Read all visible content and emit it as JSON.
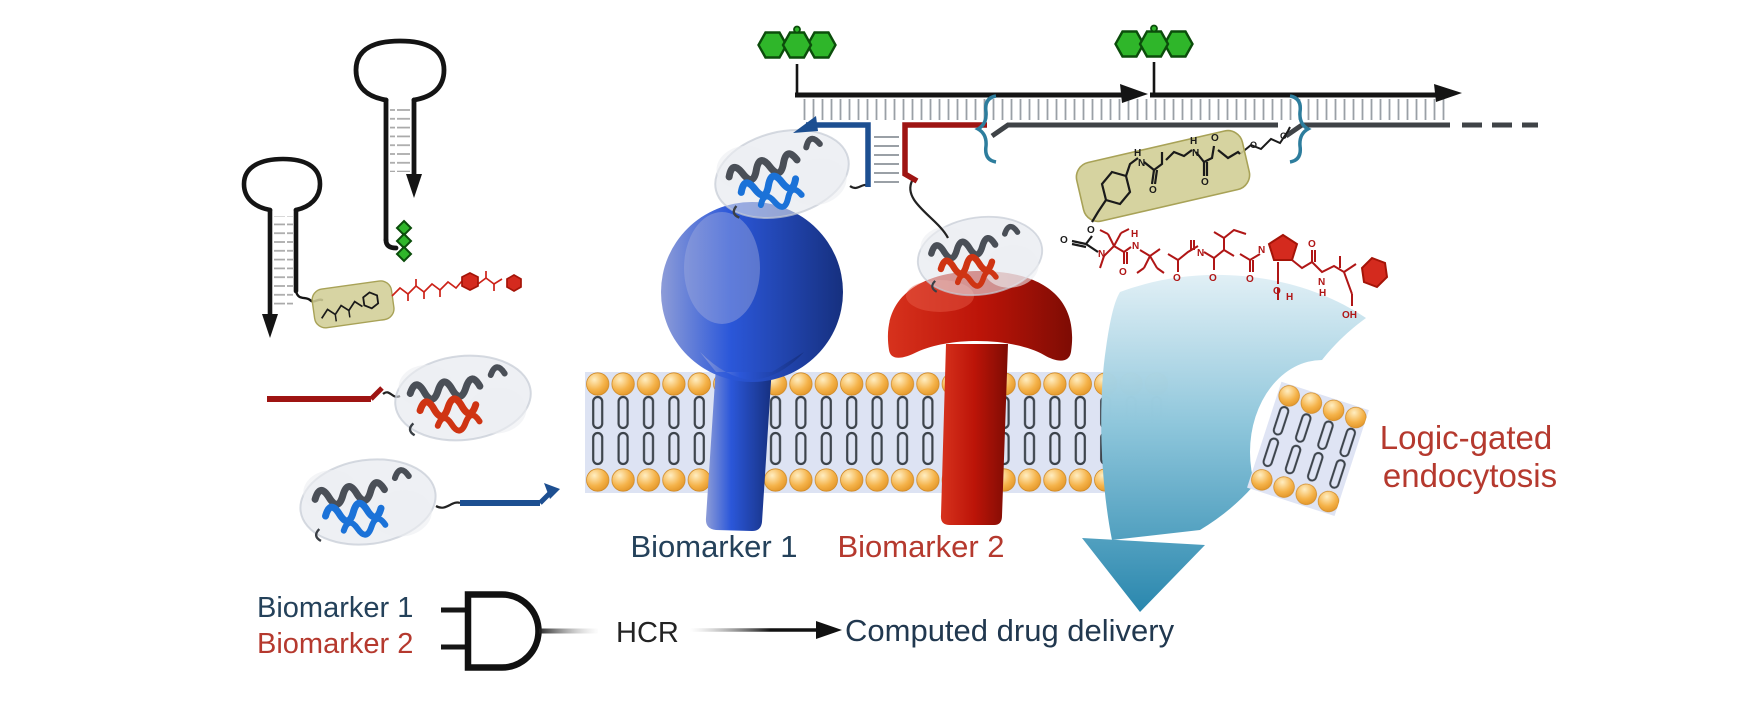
{
  "labels": {
    "biomarker1": "Biomarker 1",
    "biomarker2": "Biomarker 2",
    "gate_input1": "Biomarker 1",
    "gate_input2": "Biomarker 2",
    "logic_gated_line1": "Logic-gated",
    "logic_gated_line2": "endocytosis",
    "hcr": "HCR",
    "computed_delivery": "Computed drug delivery"
  },
  "colors": {
    "biomarker1_text": "#24415a",
    "biomarker2_text": "#b5392e",
    "logic_text": "#b5392e",
    "hcr_text": "#232323",
    "computed_text": "#21384f",
    "receptor1_blue": "#2b57d9",
    "receptor2_red": "#c41204",
    "strand1_blue": "#1d4f91",
    "strand2_red": "#9e1412",
    "strand_grey": "#3f4347",
    "fluorophore_green": "#2fb62a",
    "membrane_head_gold": "#f2a93e",
    "membrane_band": "#dde3f3",
    "endocytosis_arrow_teal": "#2886ad",
    "linker_box_olive": "#d2ce96",
    "drug_red": "#b01616",
    "protein_helix_blue": "#1b72d8",
    "protein_helix_red": "#cf3413"
  },
  "graphics": {
    "hairpin1": "dna-hairpin-icon",
    "hairpin2": "dna-hairpin-fluorophore-icon",
    "fluorophore": "green-fluorescein-icon",
    "and_gate": "and-gate-icon",
    "membrane": "lipid-bilayer",
    "endocytosis_arrow": "down-arrow-icon"
  },
  "atoms": {
    "peg_o1": "O",
    "peg_o2": "O",
    "box_h1": "H",
    "box_n1": "N",
    "box_o1": "O",
    "box_h2": "H",
    "box_n2": "N",
    "box_o2": "O",
    "box_o3": "O",
    "carb_o1": "O",
    "carb_o2": "O",
    "carb_n": "N",
    "d_o1": "O",
    "d_h1": "H",
    "d_n1": "N",
    "d_o2": "O",
    "d_n2": "N",
    "d_o3": "O",
    "d_o4": "O",
    "d_n3": "N",
    "d_o5": "O",
    "d_h2": "H",
    "d_o6": "O",
    "d_n4": "N",
    "d_h3": "H",
    "d_oh": "OH"
  }
}
